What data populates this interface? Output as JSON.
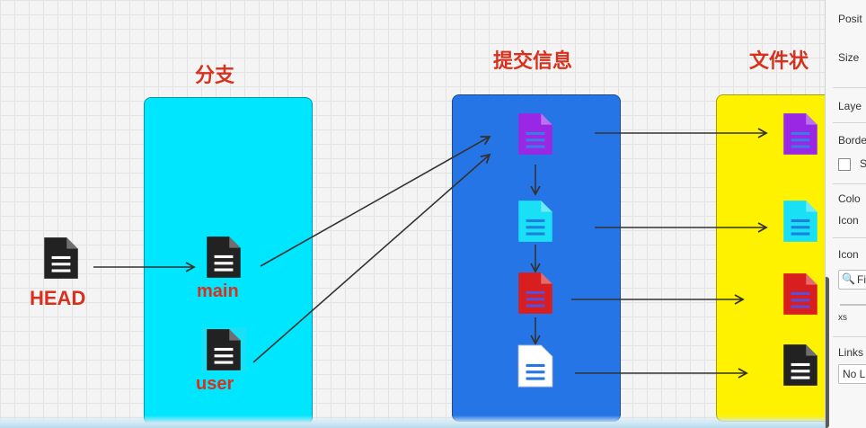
{
  "headings": {
    "branch": "分支",
    "commit": "提交信息",
    "file_status": "文件状"
  },
  "nodes": {
    "head": "HEAD",
    "main": "main",
    "user": "user"
  },
  "colors": {
    "branch_box": "#00e6ff",
    "commit_box": "#2675e6",
    "file_box": "#fff200",
    "heading_text": "#d7311d",
    "icon_purple": "#9a27e3",
    "icon_cyan": "#19e0f5",
    "icon_red": "#d81e1e",
    "icon_white": "#ffffff",
    "icon_dark": "#222222"
  },
  "icons": {
    "head": "file-text-icon",
    "main": "file-text-icon",
    "user": "file-text-icon",
    "commit": "file-text-icon",
    "file": "file-text-icon"
  },
  "panel": {
    "position": "Posit",
    "size": "Size",
    "layer": "Laye",
    "border": "Borde",
    "border_check": "S",
    "color": "Colo",
    "icon_color": "Icon",
    "icon": "Icon",
    "icon_search": "Fi",
    "size_xs": "xs",
    "links": "Links",
    "links_value": "No L"
  }
}
